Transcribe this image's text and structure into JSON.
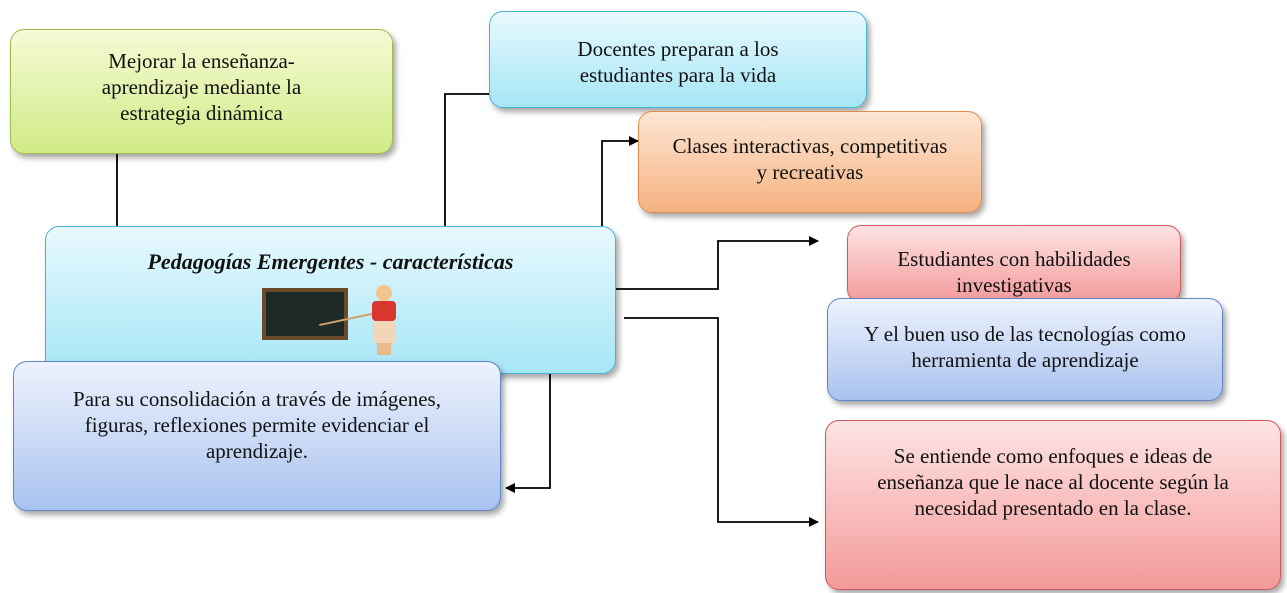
{
  "nodes": {
    "mejorar": "Mejorar la enseñanza-aprendizaje mediante la estrategia dinámica",
    "docentes": "Docentes preparan a los estudiantes para la vida",
    "clases": "Clases interactivas, competitivas y recreativas",
    "central_title": "Pedagogías Emergentes - características",
    "estudiantes": "Estudiantes con habilidades investigativas",
    "tecnologias": "Y el buen uso de las tecnologías como herramienta de aprendizaje",
    "consolidacion": "Para su consolidación a través de imágenes, figuras, reflexiones permite evidenciar el aprendizaje.",
    "enfoques": "Se entiende como enfoques e ideas de enseñanza que le nace al docente según la necesidad presentado en la clase."
  },
  "colors": {
    "green": "#d2ea86",
    "cyan": "#a6e6f6",
    "orange": "#f5b281",
    "red": "#f49a9a",
    "blue": "#a9c2ef",
    "connector": "#000000"
  },
  "icons": {
    "illustration": "teacher-at-chalkboard-illustration"
  }
}
